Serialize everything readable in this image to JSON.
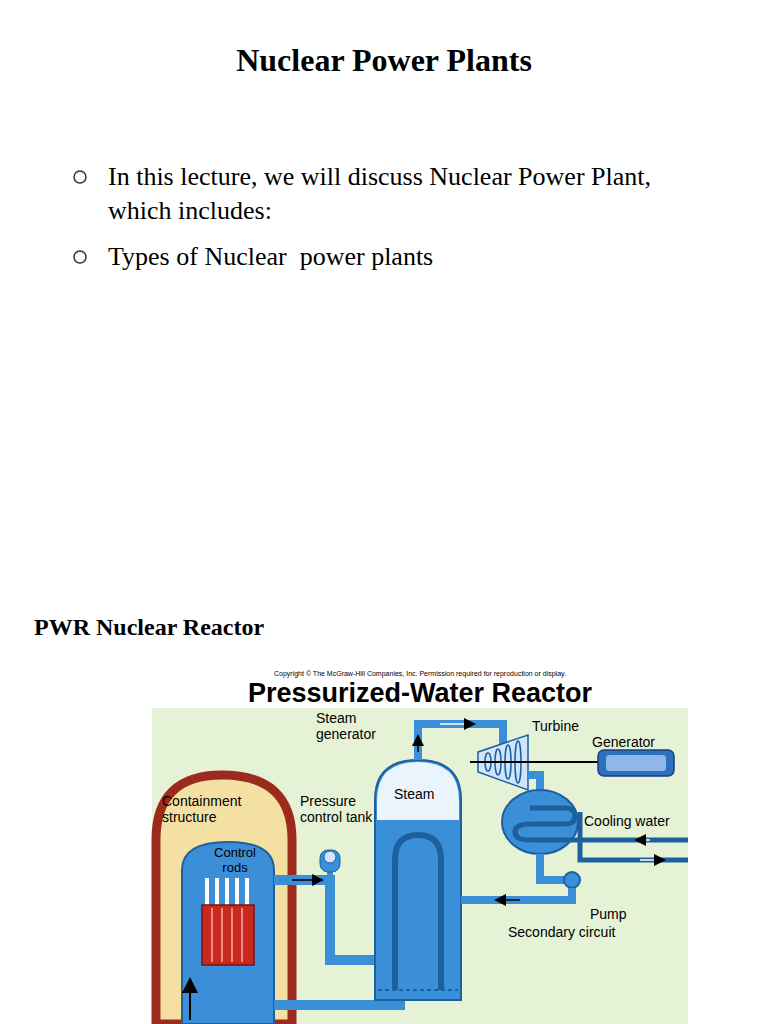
{
  "diagram": {
    "title": "Nuclear Power Plants",
    "labels": [
      "In this lecture, we will discuss Nuclear Power Plant, which includes:",
      "Types of Nuclear  power plants",
      "PWR Nuclear Reactor",
      "Copyright © The McGraw-Hill Companies, Inc. Permission required for reproduction or display.",
      "Pressurized-Water Reactor",
      "Steam generator",
      "Turbine",
      "Generator",
      "Containment structure",
      "Pressure control tank",
      "Steam",
      "Control rods",
      "Cooling water",
      "Pump",
      "Secondary circuit"
    ]
  }
}
